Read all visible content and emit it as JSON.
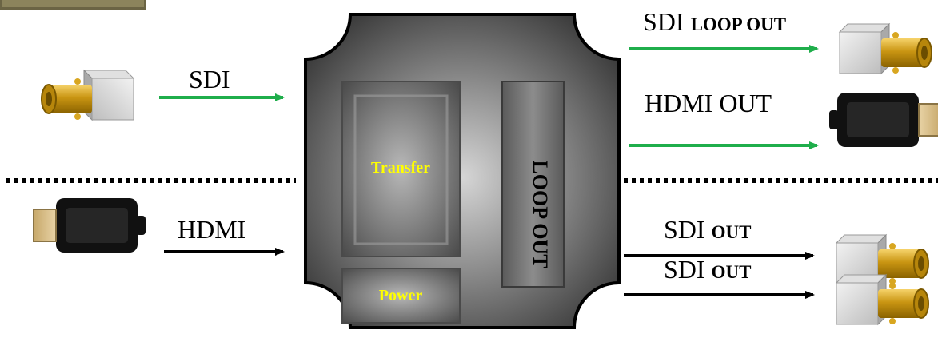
{
  "box": {
    "transfer_label": "Transfer",
    "power_label": "Power",
    "loop_out_label": "LOOP OUT"
  },
  "inputs": [
    {
      "label": "SDI",
      "connector": "sdi-bnc-connector-icon",
      "arrow_color": "#1fae4b"
    },
    {
      "label": "HDMI",
      "connector": "hdmi-connector-icon",
      "arrow_color": "#000000"
    }
  ],
  "outputs": [
    {
      "label_main": "SDI",
      "label_small": "LOOP OUT",
      "connector": "sdi-bnc-connector-icon",
      "arrow_color": "#1fae4b"
    },
    {
      "label_main": "HDMI OUT",
      "label_small": "",
      "connector": "hdmi-connector-icon",
      "arrow_color": "#1fae4b"
    },
    {
      "label_main": "SDI",
      "label_small": "OUT",
      "connector": "sdi-bnc-connector-icon",
      "arrow_color": "#000000"
    },
    {
      "label_main": "SDI",
      "label_small": "OUT",
      "connector": "sdi-bnc-connector-icon",
      "arrow_color": "#000000"
    }
  ],
  "colors": {
    "green_signal": "#1fae4b",
    "black_signal": "#000000",
    "inner_label": "#ffff00",
    "gold_connector": "#d4a017"
  }
}
